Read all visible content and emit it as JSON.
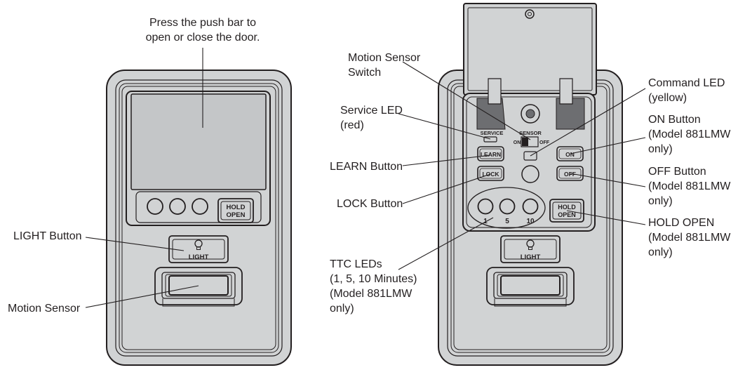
{
  "colors": {
    "panel": "#d1d3d4",
    "panel_dark": "#bcbec0",
    "window": "#c4c6c8",
    "stroke": "#231f20",
    "leader": "#231f20",
    "background": "#ffffff"
  },
  "left_device": {
    "callout_push_bar": [
      "Press the push bar to",
      "open or close the door."
    ],
    "callout_light_button": "LIGHT Button",
    "callout_motion_sensor": "Motion Sensor",
    "hold_open_line1": "HOLD",
    "hold_open_line2": "OPEN",
    "light_key_label": "LIGHT"
  },
  "right_device": {
    "callout_motion_sensor_switch": [
      "Motion Sensor",
      "Switch"
    ],
    "callout_service_led": [
      "Service LED",
      "(red)"
    ],
    "callout_learn_button": "LEARN Button",
    "callout_lock_button": "LOCK Button",
    "callout_ttc_leds": [
      "TTC LEDs",
      "(1, 5, 10 Minutes)",
      "(Model 881LMW",
      "only)"
    ],
    "callout_command_led": [
      "Command LED",
      "(yellow)"
    ],
    "callout_on_button": [
      "ON Button",
      "(Model 881LMW",
      "only)"
    ],
    "callout_off_button": [
      "OFF Button",
      "(Model 881LMW",
      "only)"
    ],
    "callout_hold_open": [
      "HOLD OPEN",
      "(Model 881LMW",
      "only)"
    ],
    "service_label": "SERVICE",
    "sensor_label": "SENSOR",
    "sensor_on": "ON",
    "sensor_off": "OFF",
    "learn_key": "LEARN",
    "lock_key": "LOCK",
    "on_key": "ON",
    "off_key": "OFF",
    "hold_open_line1": "HOLD",
    "hold_open_line2": "OPEN",
    "ttc_1": "1",
    "ttc_5": "5",
    "ttc_10": "10",
    "light_key_label": "LIGHT"
  }
}
